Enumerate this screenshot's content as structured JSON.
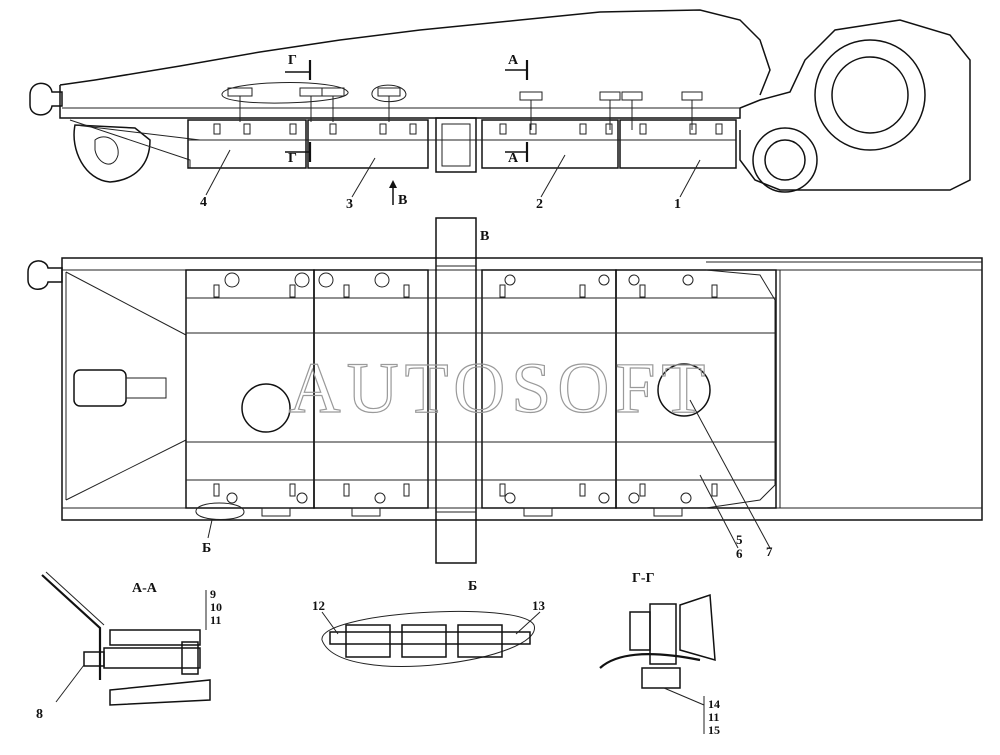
{
  "watermark": "AUTOSOFT",
  "view_labels": {
    "view_v": "В",
    "section_aa": "А-А",
    "detail_b": "Б",
    "section_gg": "Г-Г"
  },
  "markers": {
    "a_top": "А",
    "a_bottom": "А",
    "g_top": "Г",
    "g_bottom": "Г",
    "v_arrow": "В",
    "b_callout": "Б"
  },
  "callouts": {
    "p1": "1",
    "p2": "2",
    "p3": "3",
    "p4": "4",
    "p5": "5",
    "p6": "6",
    "p7": "7",
    "p8": "8",
    "p9": "9",
    "p10": "10",
    "p11a": "11",
    "p12": "12",
    "p13": "13",
    "p14": "14",
    "p11b": "11",
    "p15": "15"
  }
}
